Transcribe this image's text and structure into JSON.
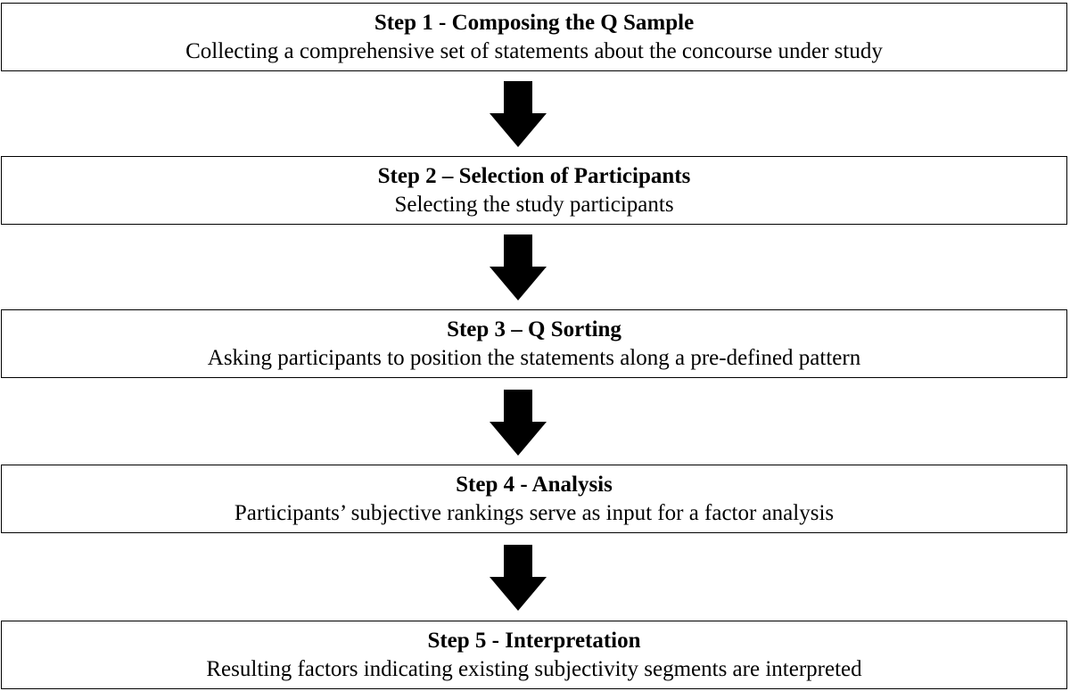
{
  "steps": [
    {
      "title": "Step 1 - Composing the Q Sample",
      "description": "Collecting a comprehensive set of statements about the concourse under study"
    },
    {
      "title": "Step 2 – Selection of Participants",
      "description": "Selecting the study participants"
    },
    {
      "title": "Step 3 – Q Sorting",
      "description": "Asking participants to position the statements along a pre-defined pattern"
    },
    {
      "title": "Step 4 - Analysis",
      "description": "Participants’ subjective rankings serve as input for a factor analysis"
    },
    {
      "title": "Step 5 - Interpretation",
      "description": "Resulting factors indicating existing subjectivity segments are interpreted"
    }
  ],
  "colors": {
    "border": "#000000",
    "arrow": "#000000",
    "background": "#ffffff"
  },
  "icons": {
    "connector": "down-arrow-icon"
  }
}
